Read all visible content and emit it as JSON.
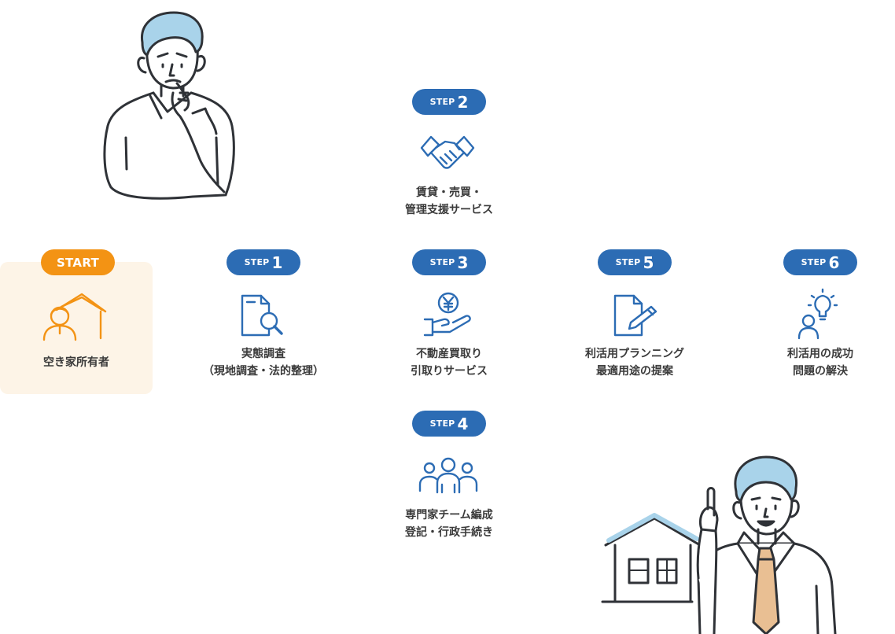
{
  "start": {
    "badge": "START",
    "label": "空き家所有者",
    "icon": "house-person-icon"
  },
  "steps": [
    {
      "step": "STEP",
      "num": "1",
      "line1": "実態調査",
      "line2": "（現地調査・法的整理）",
      "icon": "document-search-icon"
    },
    {
      "step": "STEP",
      "num": "2",
      "line1": "賃貸・売買・",
      "line2": "管理支援サービス",
      "icon": "handshake-icon"
    },
    {
      "step": "STEP",
      "num": "3",
      "line1": "不動産買取り",
      "line2": "引取りサービス",
      "icon": "yen-hand-icon"
    },
    {
      "step": "STEP",
      "num": "4",
      "line1": "専門家チーム編成",
      "line2": "登記・行政手続き",
      "icon": "team-icon"
    },
    {
      "step": "STEP",
      "num": "5",
      "line1": "利活用プランニング",
      "line2": "最適用途の提案",
      "icon": "document-pen-icon"
    },
    {
      "step": "STEP",
      "num": "6",
      "line1": "利活用の成功",
      "line2": "問題の解決",
      "icon": "lightbulb-person-icon"
    }
  ],
  "colors": {
    "step_badge": "#2c6cb4",
    "start_badge": "#f39314",
    "start_panel": "#fdf4e7",
    "icon_blue": "#2c6cb4",
    "icon_orange": "#f39314",
    "hair": "#a9d3ea",
    "tie": "#e9bf93"
  },
  "illustrations": [
    "worried-man-illustration",
    "man-with-house-illustration"
  ]
}
